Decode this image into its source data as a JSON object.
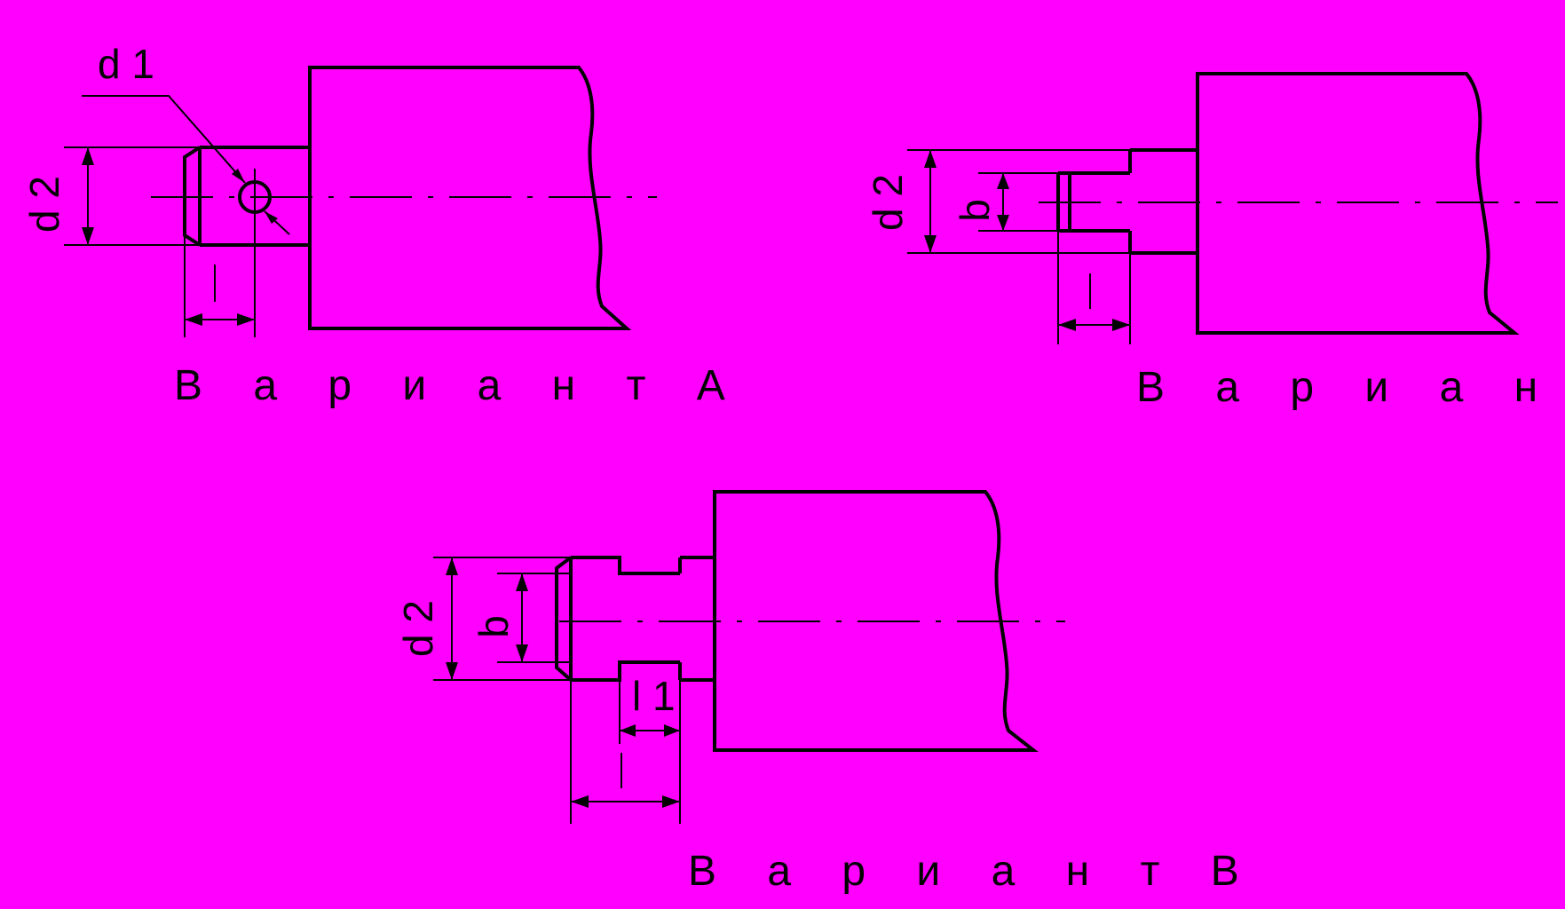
{
  "colors": {
    "background": "#ff00ff",
    "ink": "#000000"
  },
  "variants": [
    {
      "id": "A",
      "caption": "В а р и а н т  А",
      "labels": {
        "d1": "d 1",
        "d2": "d 2",
        "l": "l"
      }
    },
    {
      "id": "B",
      "caption": "В а р и а н т  Б",
      "labels": {
        "d2": "d 2",
        "b": "b",
        "l": "l"
      }
    },
    {
      "id": "V",
      "caption": "В а р и а н т  В",
      "labels": {
        "d2": "d 2",
        "b": "b",
        "l1": "l 1",
        "l": "l"
      }
    }
  ]
}
